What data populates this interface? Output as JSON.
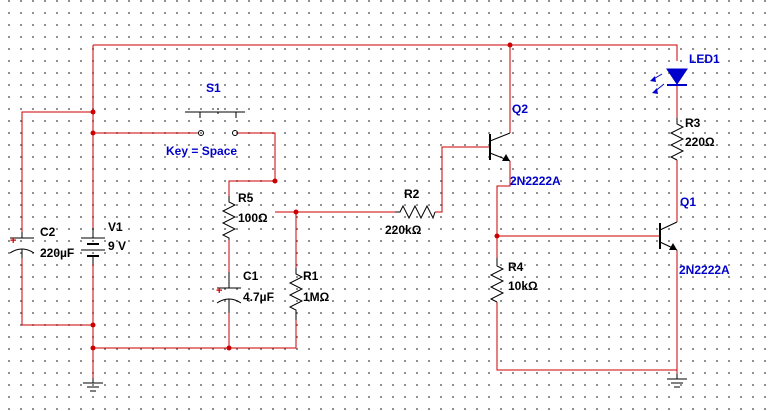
{
  "components": {
    "C2": {
      "ref": "C2",
      "value": "220µF",
      "polarity": "+"
    },
    "V1": {
      "ref": "V1",
      "value": "9 V"
    },
    "S1": {
      "ref": "S1",
      "key": "Key = Space"
    },
    "R5": {
      "ref": "R5",
      "value": "100Ω"
    },
    "C1": {
      "ref": "C1",
      "value": "4.7µF",
      "polarity": "+"
    },
    "R1": {
      "ref": "R1",
      "value": "1MΩ"
    },
    "R2": {
      "ref": "R2",
      "value": "220kΩ"
    },
    "Q2": {
      "ref": "Q2",
      "model": "2N2222A"
    },
    "R4": {
      "ref": "R4",
      "value": "10kΩ"
    },
    "LED1": {
      "ref": "LED1"
    },
    "R3": {
      "ref": "R3",
      "value": "220Ω"
    },
    "Q1": {
      "ref": "Q1",
      "model": "2N2222A"
    }
  },
  "colors": {
    "wire": "#cc0000",
    "reference_label": "#0000cc",
    "value_label": "#000000",
    "led": "#0000cc",
    "grid_dot": "#7a7a7a",
    "background": "#ffffff"
  }
}
